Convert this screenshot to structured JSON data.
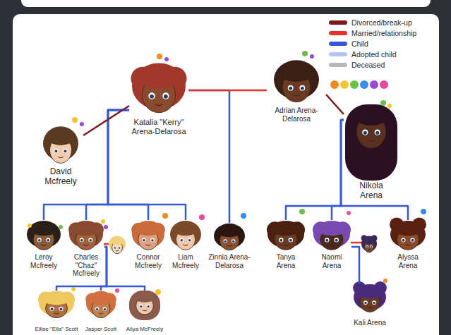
{
  "diagram": {
    "nodes": [
      {
        "text": [
          "Katalia \"Kerry\" Arena-Delarosa"
        ]
      },
      {
        "text": [
          "Adrian Arena-Delarosa"
        ]
      },
      {
        "text": [
          "David Mcfreely"
        ]
      },
      {
        "text": [
          "Nikola Arena"
        ]
      },
      {
        "text": [
          "Leroy Mcfreely"
        ]
      },
      {
        "text": [
          "Charles \"Chaz\" Mcfreely"
        ]
      },
      {
        "text": [
          "Connor Mcfreely"
        ]
      },
      {
        "text": [
          "Liam Mcfreely"
        ]
      },
      {
        "text": [
          "Zinnia Arena-Delarosa"
        ]
      },
      {
        "text": [
          "Tanya Arena"
        ]
      },
      {
        "text": [
          "Naomi Arena"
        ]
      },
      {
        "text": [
          "Alyssa Arena"
        ]
      },
      {
        "text": [
          "Kali Arena"
        ]
      },
      {
        "text": [
          "Ellise \"Ella\" Scott"
        ]
      },
      {
        "text": [
          "Jasper Scott"
        ]
      },
      {
        "text": [
          "Aliya McFreely"
        ]
      }
    ],
    "edges": [
      {
        "from": 0,
        "to": 1,
        "arrow": "none"
      },
      {
        "from": 2,
        "to": 0,
        "arrow": "none"
      },
      {
        "from": 1,
        "to": 3,
        "arrow": "none"
      },
      {
        "from": 0,
        "to": 4,
        "arrow": "none"
      },
      {
        "from": 0,
        "to": 5,
        "arrow": "none"
      },
      {
        "from": 0,
        "to": 6,
        "arrow": "none"
      },
      {
        "from": 0,
        "to": 7,
        "arrow": "none"
      },
      {
        "from": 0,
        "to": 8,
        "arrow": "none"
      },
      {
        "from": 3,
        "to": 9,
        "arrow": "none"
      },
      {
        "from": 3,
        "to": 10,
        "arrow": "none"
      },
      {
        "from": 3,
        "to": 11,
        "arrow": "none"
      },
      {
        "from": 10,
        "to": 12,
        "arrow": "none"
      },
      {
        "from": 5,
        "to": 13,
        "arrow": "none"
      },
      {
        "from": 5,
        "to": 14,
        "arrow": "none"
      },
      {
        "from": 5,
        "to": 15,
        "arrow": "none"
      }
    ],
    "legend": [
      {
        "text": "Divorced/break-up",
        "color": "#7a1a1a"
      },
      {
        "text": "Married/relationship",
        "color": "#e8302c"
      },
      {
        "text": "Child",
        "color": "#3558d8"
      },
      {
        "text": "Adopted child",
        "color": "#b7c3f2"
      },
      {
        "text": "Deceased",
        "color": "#b8b8b8"
      }
    ]
  }
}
